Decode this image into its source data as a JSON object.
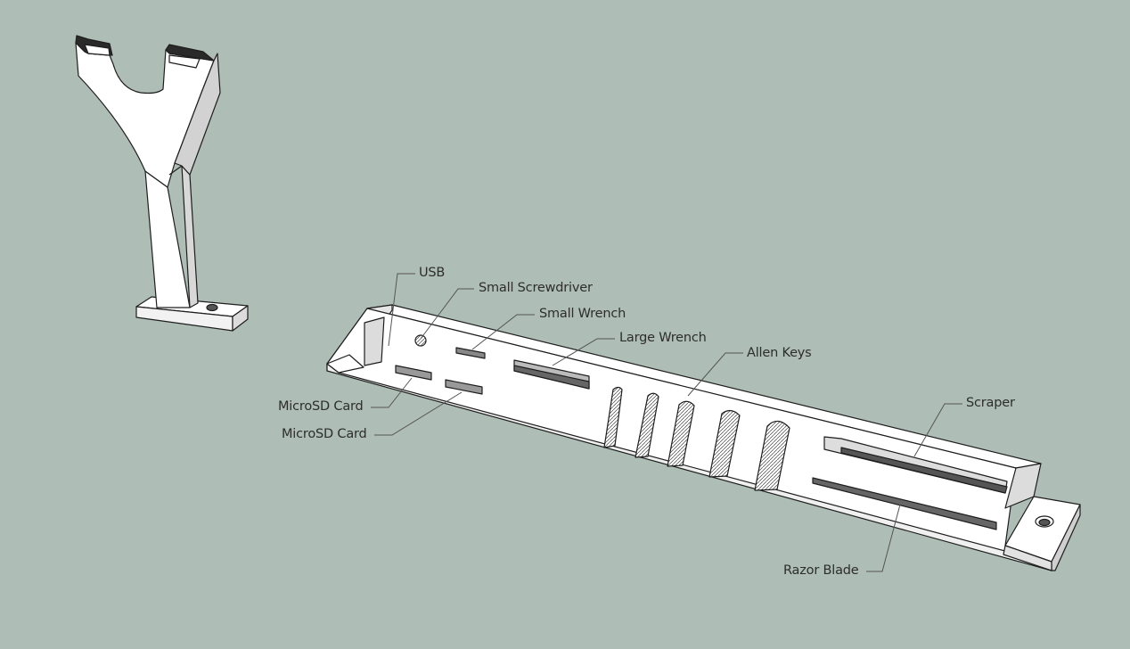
{
  "colors": {
    "background": "#aebdb5",
    "model_face_light": "#ffffff",
    "model_face_shade": "#d9dcda",
    "model_edge": "#1e1e1e",
    "leader_line": "#555555"
  },
  "labels": {
    "usb": "USB",
    "small_screwdriver": "Small Screwdriver",
    "small_wrench": "Small Wrench",
    "large_wrench": "Large Wrench",
    "allen_keys": "Allen Keys",
    "scraper": "Scraper",
    "microsd_card_1": "MicroSD Card",
    "microsd_card_2": "MicroSD Card",
    "razor_blade": "Razor Blade"
  }
}
